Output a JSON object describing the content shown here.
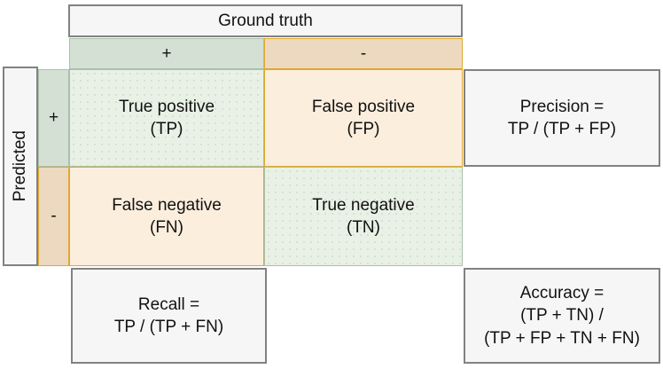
{
  "diagram": {
    "title_axis_column": "Ground truth",
    "title_axis_row": "Predicted",
    "class_labels": {
      "positive": "+",
      "negative": "-"
    },
    "cells": {
      "tp": "True positive\n(TP)",
      "fp": "False positive\n(FP)",
      "fn": "False negative\n(FN)",
      "tn": "True negative\n(TN)"
    },
    "metrics": {
      "precision": "Precision =\nTP / (TP + FP)",
      "recall": "Recall =\nTP / (TP + FN)",
      "accuracy": "Accuracy =\n(TP + TN) /\n(TP + FP + TN + FN)"
    },
    "colors": {
      "header_positive_fill": "#d5e0d5",
      "header_negative_fill": "#ecd9c0",
      "cell_positive_fill": "#e9f1e6",
      "cell_negative_fill": "#fceedd",
      "border_grey": "#808285",
      "border_green": "#a9c0a9",
      "border_gold": "#e0a92b",
      "panel_fill": "#f6f6f6"
    }
  }
}
